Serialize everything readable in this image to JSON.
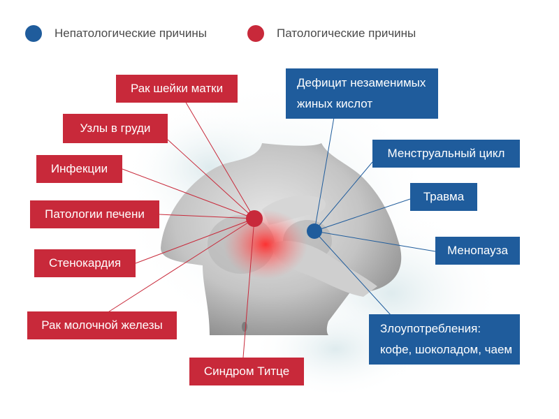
{
  "legend": {
    "non_pathological": {
      "label": "Непатологические причины",
      "color": "#1f5c9c"
    },
    "pathological": {
      "label": "Патологические причины",
      "color": "#c8293a"
    }
  },
  "pathological_causes": [
    "Рак шейки матки",
    "Узлы в груди",
    "Инфекции",
    "Патологии печени",
    "Стенокардия",
    "Рак молочной железы",
    "Синдром Титце"
  ],
  "non_pathological_causes": [
    {
      "line1": "Дефицит незаменимых",
      "line2": "жиных кислот"
    },
    {
      "line1": "Менструальный цикл"
    },
    {
      "line1": "Травма"
    },
    {
      "line1": "Менопауза"
    },
    {
      "line1": "Злоупотребления:",
      "line2": "кофе, шоколадом, чаем"
    }
  ]
}
